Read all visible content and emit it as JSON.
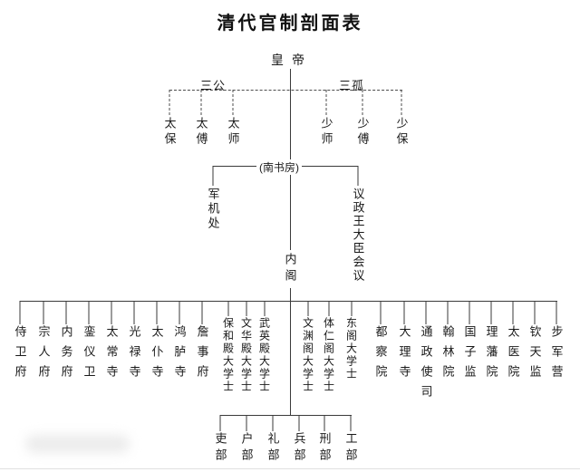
{
  "title": "清代官制剖面表",
  "emperor": "皇帝",
  "advisors": {
    "left_group": "三公",
    "right_group": "三孤",
    "left_items": [
      "太保",
      "太傅",
      "太师"
    ],
    "right_items": [
      "少师",
      "少傅",
      "少保"
    ]
  },
  "council": {
    "study": "(南书房)",
    "left": "军机处",
    "right": "议政王大臣会议"
  },
  "cabinet": "内阁",
  "departments": [
    "侍卫府",
    "宗人府",
    "内务府",
    "銮仪卫",
    "太常寺",
    "光禄寺",
    "太仆寺",
    "鸿胪寺",
    "詹事府",
    "保和殿大学士",
    "文华殿大学士",
    "武英殿大学士",
    "文渊阁大学士",
    "体仁阁大学士",
    "东阁大学士",
    "都察院",
    "大理寺",
    "通政使司",
    "翰林院",
    "国子监",
    "理藩院",
    "太医院",
    "钦天监",
    "步军营"
  ],
  "ministries": [
    "吏部",
    "户部",
    "礼部",
    "兵部",
    "刑部",
    "工部"
  ],
  "colors": {
    "line": "#3a3a3a",
    "text": "#1a1a1a",
    "background": "#ffffff"
  }
}
